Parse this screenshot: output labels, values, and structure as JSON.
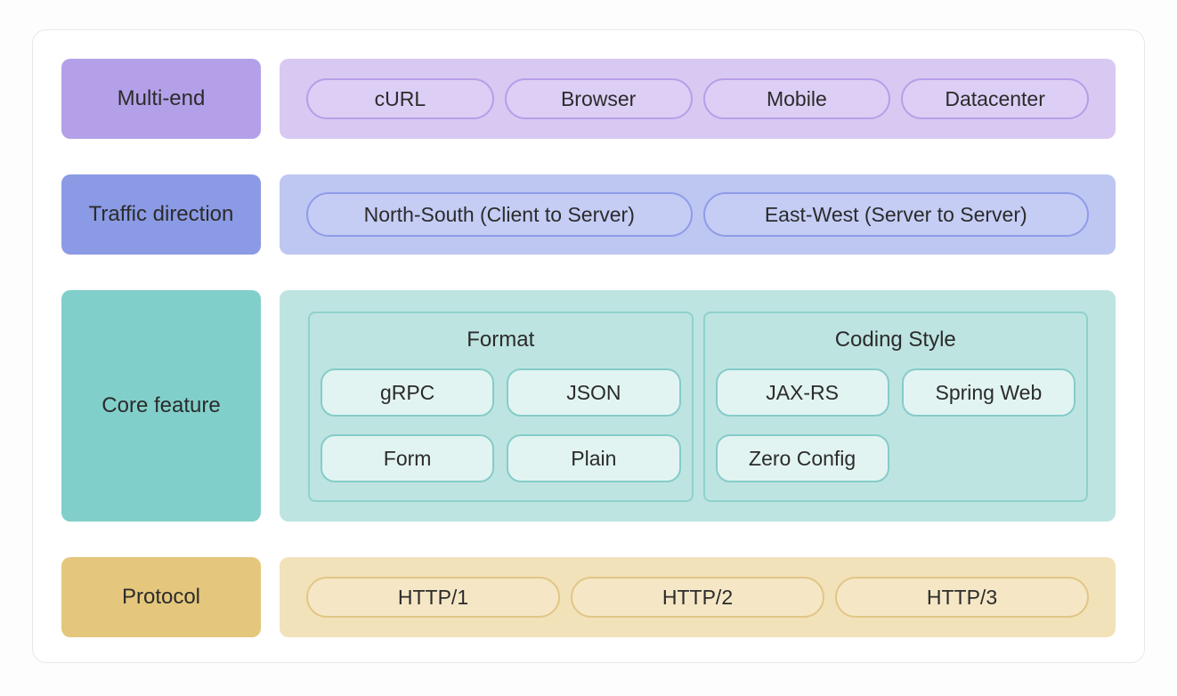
{
  "page_bg": "#fdfdfd",
  "card_border_color": "#e8e8ea",
  "text_color": "#2b2b2b",
  "rows": [
    {
      "label": "Multi-end",
      "pills": [
        "cURL",
        "Browser",
        "Mobile",
        "Datacenter"
      ],
      "colors": {
        "label_bg": "#b4a0e8",
        "track_bg": "#d8c9f2",
        "pill_bg": "#dccef5",
        "pill_border": "#b79fe8"
      }
    },
    {
      "label": "Traffic direction",
      "pills": [
        "North-South (Client to Server)",
        "East-West (Server to Server)"
      ],
      "colors": {
        "label_bg": "#8b9ae4",
        "track_bg": "#bec7f1",
        "pill_bg": "#c5cdf5",
        "pill_border": "#8f9ce8"
      }
    },
    {
      "label": "Core feature",
      "groups": [
        {
          "title": "Format",
          "pills": [
            "gRPC",
            "JSON",
            "Form",
            "Plain"
          ]
        },
        {
          "title": "Coding Style",
          "pills": [
            "JAX-RS",
            "Spring Web",
            "Zero Config"
          ]
        }
      ],
      "colors": {
        "label_bg": "#81cfca",
        "track_bg": "#bee4e1",
        "group_border": "#8ed1cc",
        "pill_bg": "#e2f4f2",
        "pill_border": "#85ccc8"
      }
    },
    {
      "label": "Protocol",
      "pills": [
        "HTTP/1",
        "HTTP/2",
        "HTTP/3"
      ],
      "colors": {
        "label_bg": "#e4c77c",
        "track_bg": "#f2e2ba",
        "pill_bg": "#f5e7c6",
        "pill_border": "#e2c687"
      }
    }
  ]
}
